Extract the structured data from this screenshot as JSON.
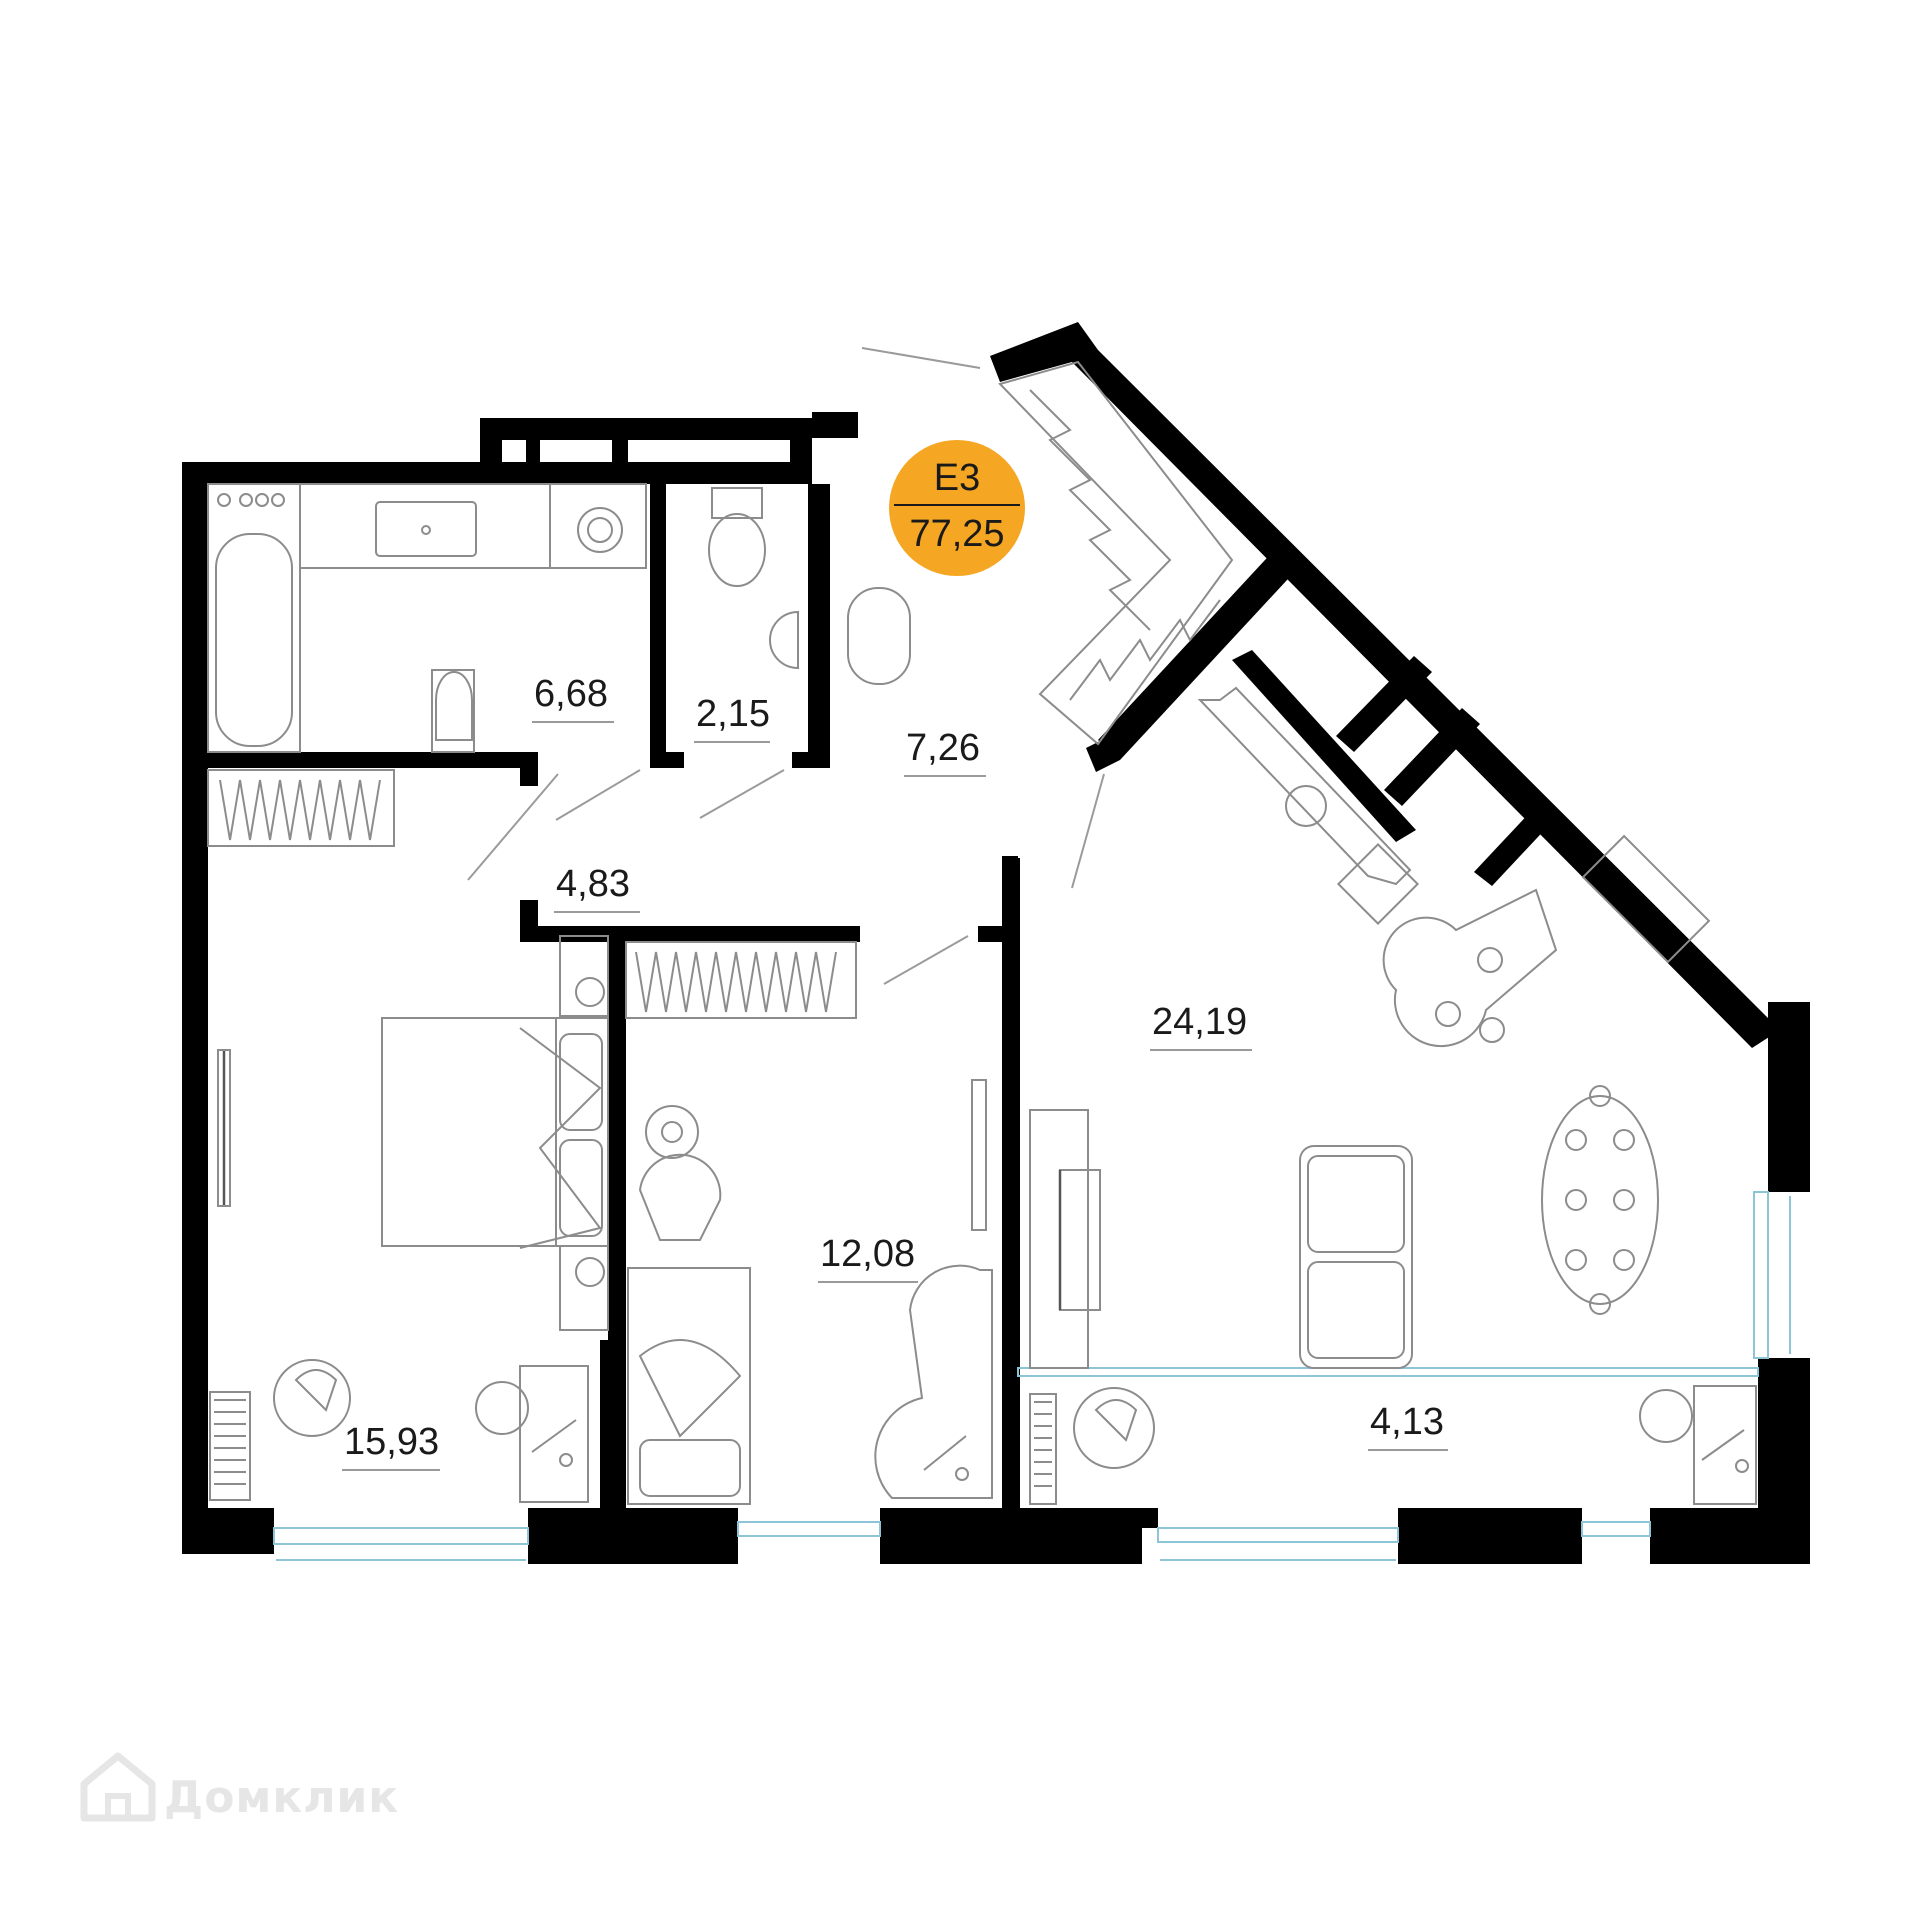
{
  "unit_badge": {
    "code": "Е3",
    "total_area": "77,25",
    "color": "#F5A623"
  },
  "rooms": {
    "bathroom": "6,68",
    "toilet": "2,15",
    "entrance_hall": "7,26",
    "corridor": "4,83",
    "bedroom_main": "15,93",
    "bedroom_second": "12,08",
    "living_kitchen": "24,19",
    "balcony": "4,13"
  },
  "watermark": {
    "text": "Домклик",
    "icon": "house-icon"
  }
}
